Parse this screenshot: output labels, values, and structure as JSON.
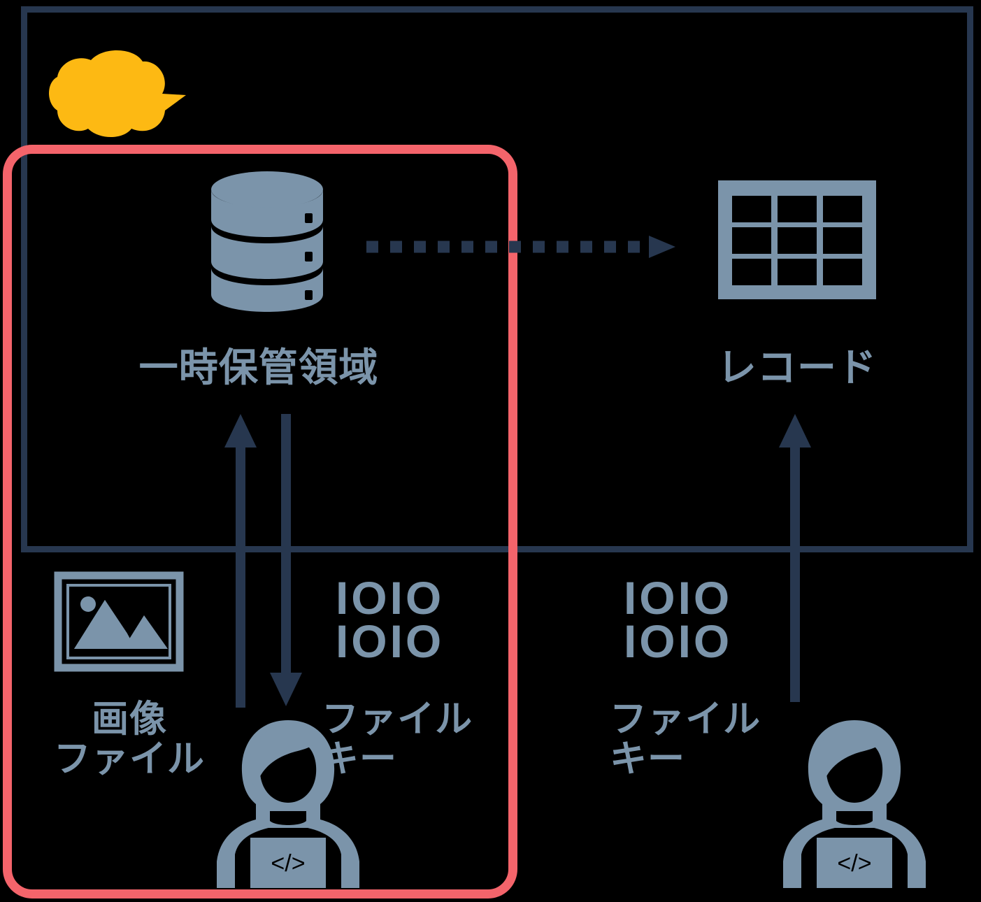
{
  "diagram": {
    "title_colors": {
      "slate": "#7b94aa",
      "navy": "#27374f",
      "red": "#f4646b",
      "amber": "#fdb913",
      "background": "#000000"
    },
    "outer_frame": {
      "name": "system-boundary",
      "stroke": "#27374f"
    },
    "highlight_frame": {
      "name": "highlighted-scope",
      "stroke": "#f4646b"
    },
    "cloud": {
      "icon": "cloud-icon",
      "color": "#fdb913"
    },
    "nodes": [
      {
        "id": "temp-storage",
        "icon": "database-icon",
        "label": "一時保管領域"
      },
      {
        "id": "record",
        "icon": "table-grid-icon",
        "label": "レコード"
      },
      {
        "id": "image-file",
        "icon": "image-file-icon",
        "label": "画像\nファイル"
      },
      {
        "id": "file-key-left",
        "icon": "binary-icon",
        "binary": "IOIO\nIOIO",
        "label": "ファイル\nキー"
      },
      {
        "id": "file-key-right",
        "icon": "binary-icon",
        "binary": "IOIO\nIOIO",
        "label": "ファイル\nキー"
      },
      {
        "id": "developer-left",
        "icon": "developer-icon",
        "screen_glyph": "</>"
      },
      {
        "id": "developer-right",
        "icon": "developer-icon",
        "screen_glyph": "</>"
      }
    ],
    "arrows": [
      {
        "id": "upload-arrow",
        "style": "solid",
        "direction": "up",
        "from": "developer-left",
        "to": "temp-storage"
      },
      {
        "id": "filekey-return-arrow",
        "style": "solid",
        "direction": "down",
        "from": "temp-storage",
        "to": "developer-left"
      },
      {
        "id": "persist-arrow",
        "style": "dotted",
        "direction": "right",
        "from": "temp-storage",
        "to": "record"
      },
      {
        "id": "register-arrow",
        "style": "solid",
        "direction": "up",
        "from": "developer-right",
        "to": "record"
      }
    ]
  },
  "labels": {
    "temp_storage": "一時保管領域",
    "record": "レコード",
    "image_file": "画像\nファイル",
    "file_key_left": "ファイル\nキー",
    "file_key_right": "ファイル\nキー",
    "binary_left": "IOIO\nIOIO",
    "binary_right": "IOIO\nIOIO",
    "code_glyph_left": "</>",
    "code_glyph_right": "</>"
  }
}
